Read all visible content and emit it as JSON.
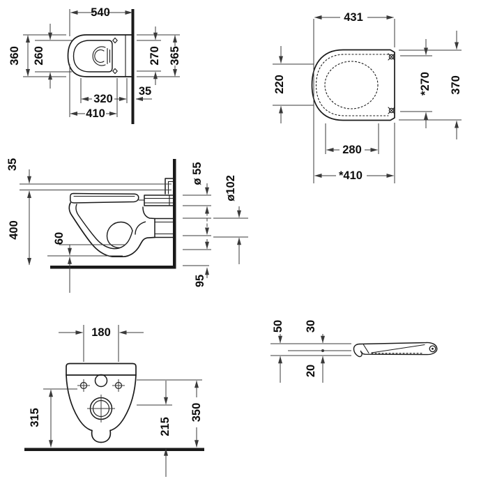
{
  "drawing": {
    "kind": "technical-dimension-drawing",
    "background": "#ffffff",
    "line_color": "#1a1a1a",
    "dim_color": "#3a3a3a",
    "views": {
      "toilet_plan": {
        "dims": {
          "depth": "540",
          "outer_width": "360",
          "bowl_inner_width": "260",
          "bolt_hole_spacing": "270",
          "rim_width": "365",
          "bowl_length": "320",
          "bolt_hole_depth": "410",
          "wall_gap": "35"
        }
      },
      "seat_plan": {
        "dims": {
          "overall_length": "431",
          "inner_width": "220",
          "hinge_spacing": "*270",
          "outer_width": "370",
          "inner_length": "280",
          "seat_length": "*410"
        }
      },
      "side_view": {
        "dims": {
          "seat_stack": "35",
          "bowl_height": "400",
          "base_thickness": "60",
          "supply_diameter": "ø 55",
          "outlet_diameter": "ø102",
          "outlet_offset": "95"
        }
      },
      "front_view": {
        "dims": {
          "bolt_spacing": "180",
          "side_height": "315",
          "outlet_center_height": "215",
          "supply_center_height": "350"
        }
      },
      "seat_profile": {
        "dims": {
          "total_thickness": "50",
          "seat_thickness": "30",
          "buffer_height": "20"
        }
      }
    }
  }
}
